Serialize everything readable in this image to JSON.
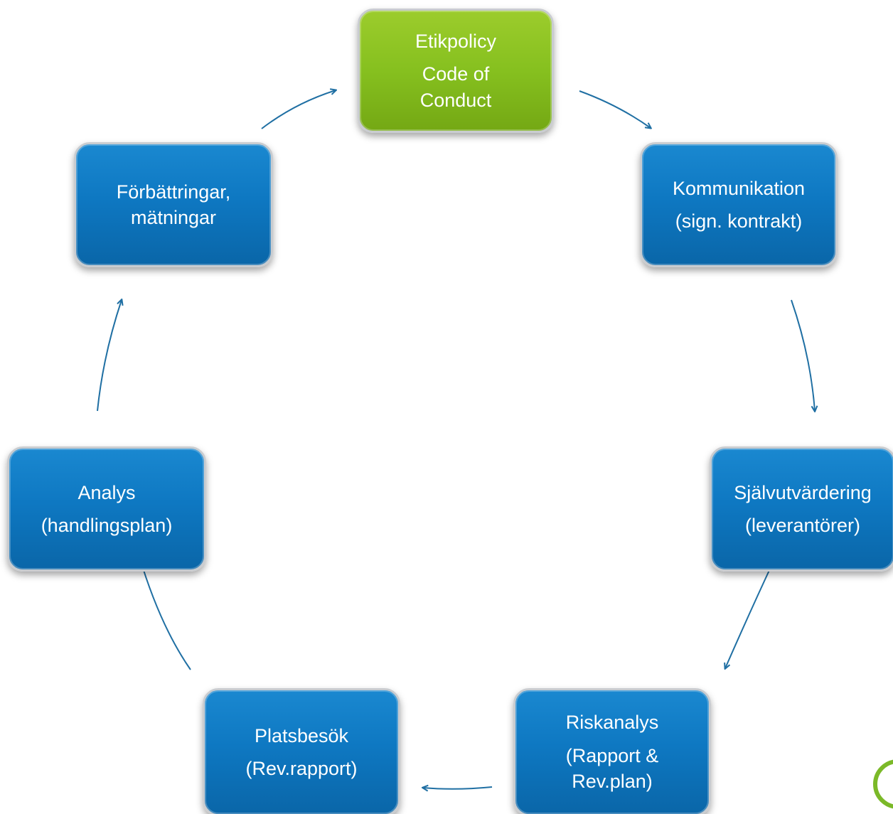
{
  "diagram": {
    "nodes": [
      {
        "id": "etikpolicy",
        "lines": [
          "Etikpolicy",
          "Code of",
          "Conduct"
        ],
        "color": "#86c01f"
      },
      {
        "id": "kommunikation",
        "lines": [
          "Kommunikation",
          "(sign. kontrakt)"
        ],
        "color": "#0e78c2"
      },
      {
        "id": "sjalvutvardering",
        "lines": [
          "Självutvärdering",
          "(leverantörer)"
        ],
        "color": "#0e78c2"
      },
      {
        "id": "riskanalys",
        "lines": [
          "Riskanalys",
          "(Rapport &",
          "Rev.plan)"
        ],
        "color": "#0e78c2"
      },
      {
        "id": "platsbesok",
        "lines": [
          "Platsbesök",
          "(Rev.rapport)"
        ],
        "color": "#0e78c2"
      },
      {
        "id": "analys",
        "lines": [
          "Analys",
          "(handlingsplan)"
        ],
        "color": "#0e78c2"
      },
      {
        "id": "forbattringar",
        "lines": [
          "Förbättringar,",
          "mätningar"
        ],
        "color": "#0e78c2"
      }
    ],
    "edges": [
      {
        "from": "etikpolicy",
        "to": "kommunikation"
      },
      {
        "from": "kommunikation",
        "to": "sjalvutvardering"
      },
      {
        "from": "sjalvutvardering",
        "to": "riskanalys"
      },
      {
        "from": "riskanalys",
        "to": "platsbesok"
      },
      {
        "from": "platsbesok",
        "to": "analys"
      },
      {
        "from": "analys",
        "to": "forbattringar"
      },
      {
        "from": "forbattringar",
        "to": "etikpolicy"
      }
    ],
    "arrow_color": "#1f6fa3"
  }
}
